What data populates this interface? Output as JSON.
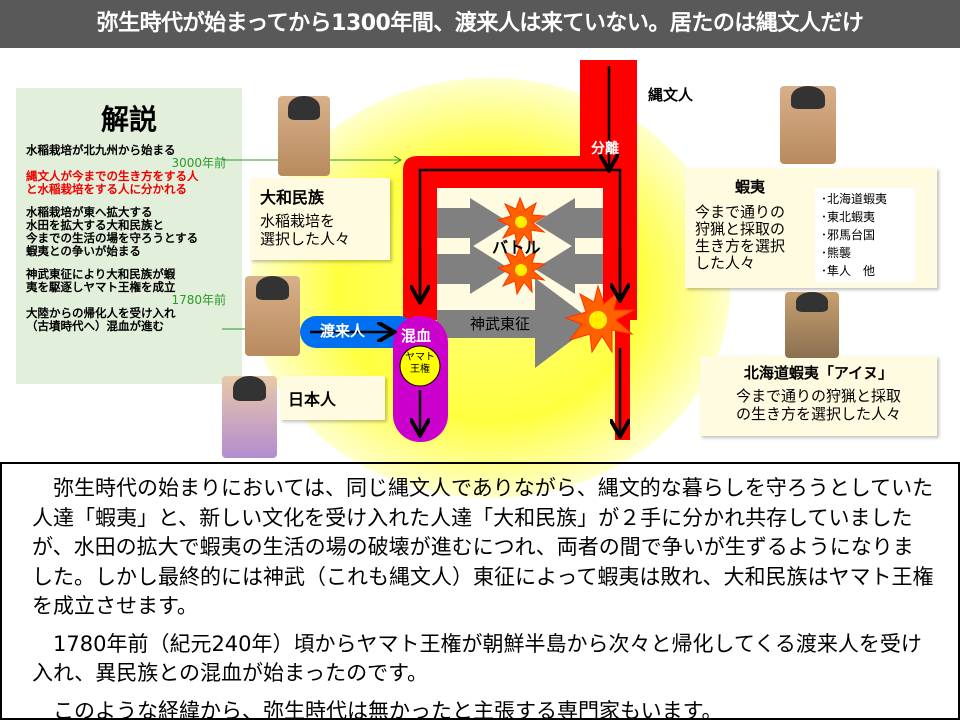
{
  "title": "弥生時代が始まってから1300年間、渡来人は来ていない。居たのは縄文人だけ",
  "explanation": {
    "heading": "解説",
    "line1": "水稲栽培が北九州から始まる",
    "year1": "3000年前",
    "red1": "縄文人が今までの生き方をする人",
    "red2": "と水稲栽培をする人に分かれる",
    "block2": [
      "水稲栽培が東へ拡大する",
      "水田を拡大する大和民族と",
      "今までの生活の場を守ろうとする",
      "蝦夷との争いが始まる"
    ],
    "block3": [
      "神武東征により大和民族が蝦",
      "夷を駆逐しヤマト王権を成立"
    ],
    "year2": "1780年前",
    "block4": [
      "大陸からの帰化人を受け入れ",
      "（古墳時代へ）混血が進む"
    ]
  },
  "diagram": {
    "jomon": "縄文人",
    "split": "分離",
    "battle": "バトル",
    "jinmu": "神武東征",
    "toraijin": "渡来人",
    "konketsu": "混血",
    "yamato_line1": "ヤマト",
    "yamato_line2": "王権",
    "yamato_title": "大和民族",
    "yamato_desc": [
      "水稲栽培を",
      "選択した人々"
    ],
    "emishi_title": "蝦夷",
    "emishi_desc": [
      "今まで通りの",
      "狩猟と採取の",
      "生き方を選択",
      "した人々"
    ],
    "emishi_list": [
      "･北海道蝦夷",
      "･東北蝦夷",
      "･邪馬台国",
      "･熊襲",
      "･隼人　他"
    ],
    "ainu_title": "北海道蝦夷「アイヌ」",
    "ainu_desc": [
      "今まで通りの狩猟と採取",
      "の生き方を選択した人々"
    ],
    "nihonjin": "日本人"
  },
  "body": [
    "弥生時代の始まりにおいては、同じ縄文人でありながら、縄文的な暮らしを守ろうとしていた人達「蝦夷」と、新しい文化を受け入れた人達「大和民族」が２手に分かれ共存していましたが、水田の拡大で蝦夷の生活の場の破壊が進むにつれ、両者の間で争いが生ずるようになりました。しかし最終的には神武（これも縄文人）東征によって蝦夷は敗れ、大和民族はヤマト王権を成立させます。",
    "1780年前（紀元240年）頃からヤマト王権が朝鮮半島から次々と帰化してくる渡来人を受け入れ、異民族との混血が始まったのです。",
    "このような経緯から、弥生時代は無かったと主張する専門家もいます。"
  ],
  "colors": {
    "title_bg": "#595959",
    "red": "#ff0000",
    "gray": "#7f7f7f",
    "purple": "#cc00cc",
    "blue": "#0070f0",
    "yellow": "#ffff00",
    "green": "#2a9a2a"
  }
}
